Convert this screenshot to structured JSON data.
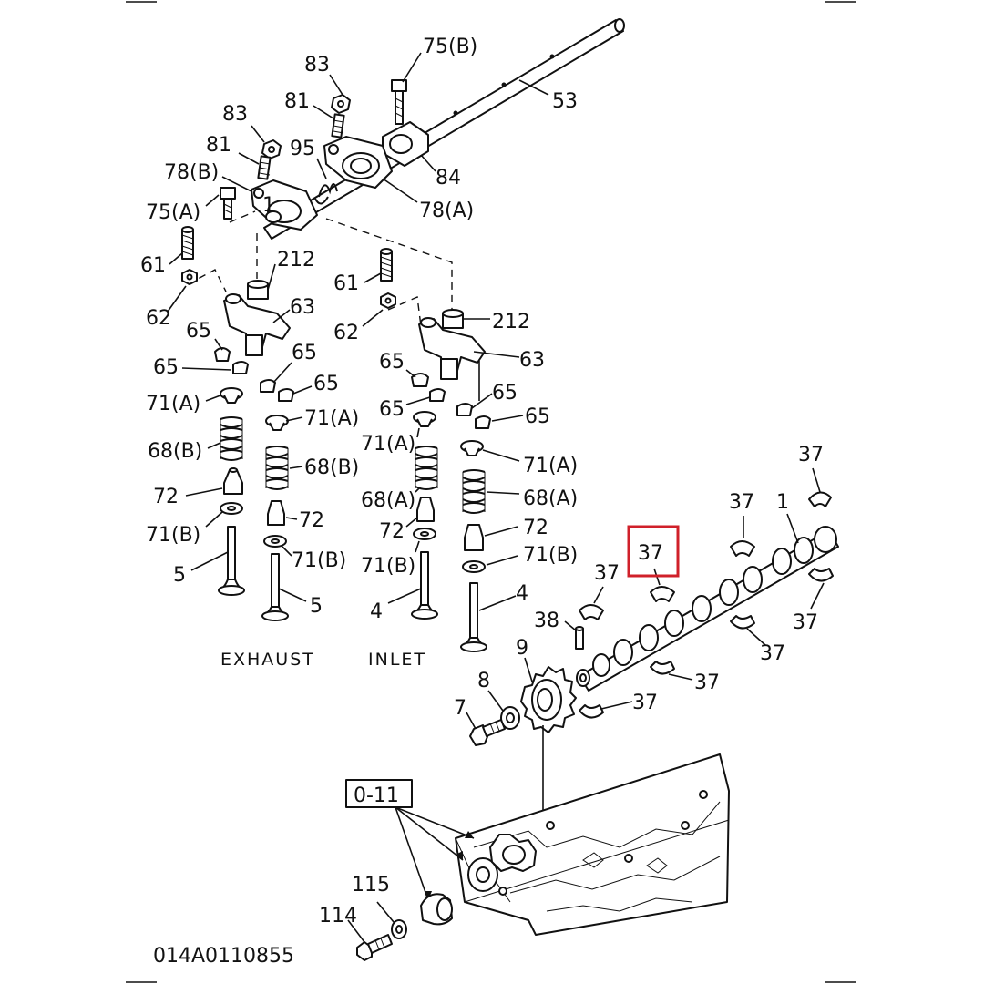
{
  "diagram": {
    "drawing_code": "014A0110855",
    "captions": {
      "exhaust": "EXHAUST",
      "inlet": "INLET"
    },
    "reference_box": "0-11",
    "highlight_color": "#d0202a",
    "labels": {
      "p75b": "75(B)",
      "p53": "53",
      "p83a": "83",
      "p81a": "81",
      "p83b": "83",
      "p81b": "81",
      "p95": "95",
      "p84": "84",
      "p78b": "78(B)",
      "p78a": "78(A)",
      "p75a": "75(A)",
      "p1top": "1",
      "p61l": "61",
      "p212l": "212",
      "p62l": "62",
      "p63l": "63",
      "p65a": "65",
      "p65b": "65",
      "p65c": "65",
      "p65d": "65",
      "p71al": "71(A)",
      "p71am": "71(A)",
      "p68bl": "68(B)",
      "p68bm": "68(B)",
      "p72l": "72",
      "p72m": "72",
      "p71bl": "71(B)",
      "p71bm": "71(B)",
      "p5l": "5",
      "p5m": "5",
      "p61r": "61",
      "p62r": "62",
      "p212r": "212",
      "p63r": "63",
      "p65e": "65",
      "p65f": "65",
      "p65g": "65",
      "p65h": "65",
      "p71ar": "71(A)",
      "p71arr": "71(A)",
      "p68ar": "68(A)",
      "p68arr": "68(A)",
      "p72r": "72",
      "p72rr": "72",
      "p71br": "71(B)",
      "p71brr": "71(B)",
      "p4l": "4",
      "p4r": "4",
      "p37a": "37",
      "p37b": "37",
      "p37c": "37",
      "p37d": "37",
      "p37e": "37",
      "p37f": "37",
      "p37g": "37",
      "p37h": "37",
      "p1cam": "1",
      "p38": "38",
      "p9": "9",
      "p8": "8",
      "p7": "7",
      "p115": "115",
      "p114": "114"
    }
  }
}
